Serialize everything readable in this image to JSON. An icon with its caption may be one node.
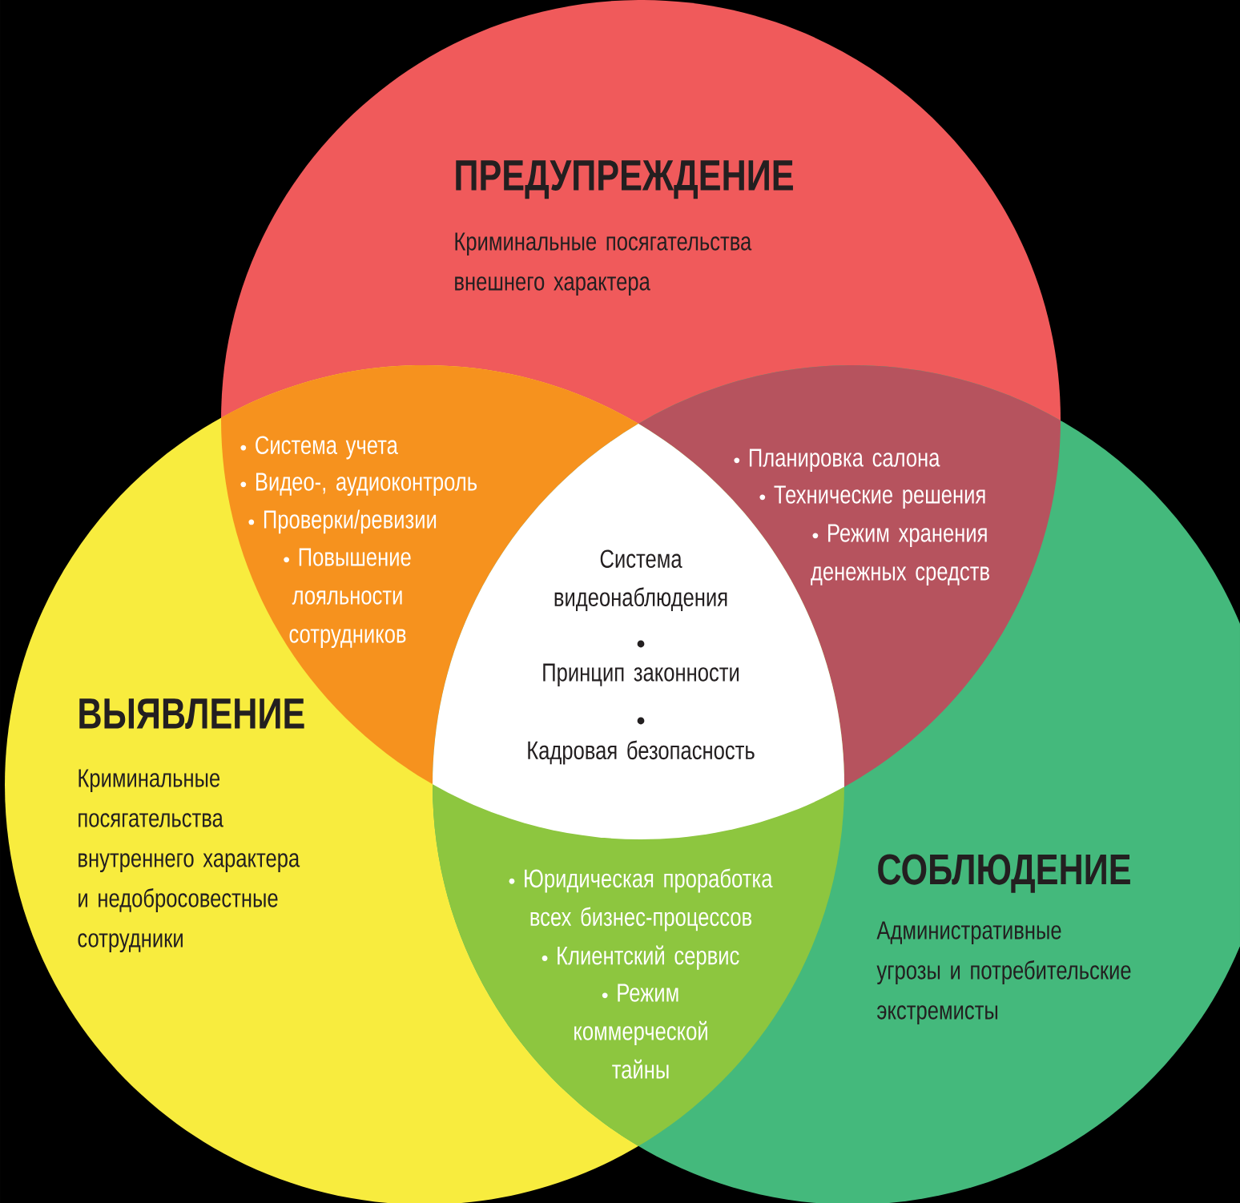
{
  "diagram": {
    "nodes": [
      {
        "text": [
          "ПРЕДУПРЕЖДЕНИЕ",
          "Криминальные посягательства внешнего характера"
        ]
      },
      {
        "text": [
          "ВЫЯВЛЕНИЕ",
          "Криминальные посягательства внутреннего характера и недобросовестные сотрудники"
        ]
      },
      {
        "text": [
          "СОБЛЮДЕНИЕ",
          "Административные угрозы и потребительские экстремисты"
        ]
      },
      {
        "text": [
          "Система учета",
          "Видео-, аудиоконтроль",
          "Проверки/ревизии",
          "Повышение лояльности сотрудников"
        ]
      },
      {
        "text": [
          "Планировка салона",
          "Технические решения",
          "Режим хранения денежных средств"
        ]
      },
      {
        "text": [
          "Система видеонаблюдения",
          "Принцип законности",
          "Кадровая безопасность"
        ]
      },
      {
        "text": [
          "Юридическая проработка всех бизнес-процессов",
          "Клиентский сервис",
          "Режим коммерческой тайны"
        ]
      }
    ]
  }
}
